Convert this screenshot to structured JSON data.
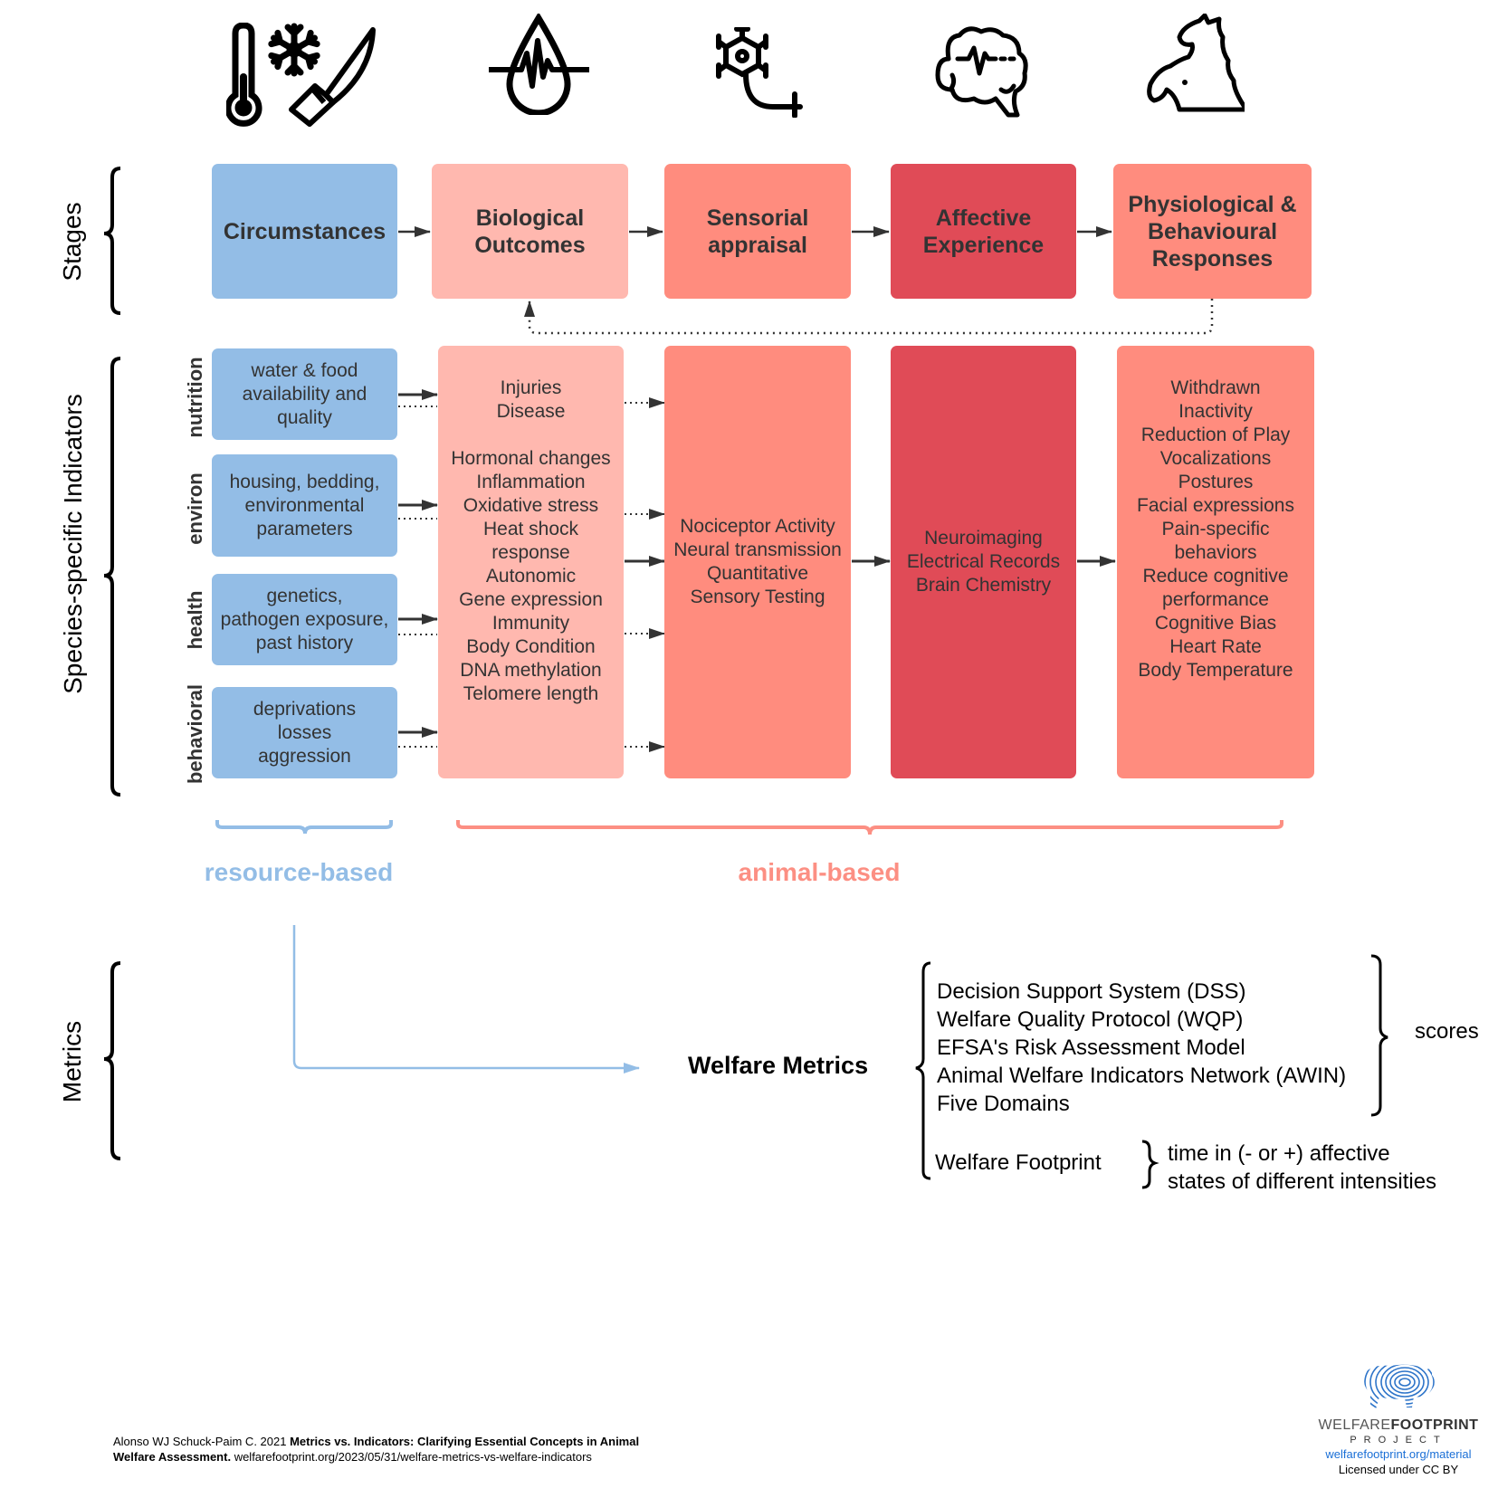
{
  "icons": [
    {
      "name": "thermometer-icon"
    },
    {
      "name": "snowflake-icon"
    },
    {
      "name": "knife-icon"
    },
    {
      "name": "blood-drop-pulse-icon"
    },
    {
      "name": "neuron-icon"
    },
    {
      "name": "brain-pulse-icon"
    },
    {
      "name": "rearing-horse-icon"
    }
  ],
  "side_labels": {
    "stages": "Stages",
    "indicators": "Species-specific Indicators",
    "metrics": "Metrics"
  },
  "stages": [
    {
      "label_lines": [
        "Circumstances"
      ],
      "color": "#93bde6"
    },
    {
      "label_lines": [
        "Biological",
        "Outcomes"
      ],
      "color": "#ffb8af"
    },
    {
      "label_lines": [
        "Sensorial",
        "appraisal"
      ],
      "color": "#ff8c7e"
    },
    {
      "label_lines": [
        "Affective",
        "Experience"
      ],
      "color": "#e04b57"
    },
    {
      "label_lines": [
        "Physiological &",
        "Behavioural",
        "Responses"
      ],
      "color": "#ff8c7e"
    }
  ],
  "categories": [
    {
      "label": "nutrition",
      "lines": [
        "water & food",
        "availability and",
        "quality"
      ]
    },
    {
      "label": "environ",
      "lines": [
        "housing, bedding,",
        "environmental",
        "parameters"
      ]
    },
    {
      "label": "health",
      "lines": [
        "genetics,",
        "pathogen exposure,",
        "past history"
      ]
    },
    {
      "label": "behavioral",
      "lines": [
        "deprivations",
        "losses",
        "aggression"
      ]
    }
  ],
  "indicators": {
    "biological": [
      "Injuries",
      "Disease",
      "",
      "Hormonal changes",
      "Inflammation",
      "Oxidative stress",
      "Heat shock",
      "response",
      "Autonomic",
      "Gene expression",
      "Immunity",
      "Body Condition",
      "DNA methylation",
      "Telomere length"
    ],
    "sensorial": [
      "Nociceptor Activity",
      "Neural transmission",
      "Quantitative",
      "Sensory Testing"
    ],
    "affective": [
      "Neuroimaging",
      "Electrical Records",
      "Brain Chemistry"
    ],
    "responses": [
      "Withdrawn",
      "Inactivity",
      "Reduction of Play",
      "Vocalizations",
      "Postures",
      "Facial expressions",
      "Pain-specific",
      "behaviors",
      "Reduce cognitive",
      "performance",
      "Cognitive Bias",
      "Heart Rate",
      "Body Temperature"
    ]
  },
  "groupings": {
    "resource_based": "resource-based",
    "animal_based": "animal-based",
    "resource_color": "#93bde6",
    "animal_color": "#fc8f83"
  },
  "metrics": {
    "title": "Welfare Metrics",
    "score_items": [
      "Decision Support System (DSS)",
      "Welfare Quality Protocol (WQP)",
      "EFSA's Risk Assessment Model",
      "Animal Welfare Indicators Network (AWIN)",
      "Five Domains"
    ],
    "scores_label": "scores",
    "footprint_label": "Welfare Footprint",
    "footprint_desc_lines": [
      "time in (- or +) affective",
      "states of different intensities"
    ]
  },
  "footer": {
    "citation_authors": "Alonso WJ Schuck-Paim C. 2021 ",
    "citation_title_1": "Metrics vs. Indicators: Clarifying Essential Concepts in Animal",
    "citation_title_2": "Welfare Assessment.",
    "citation_url": " welfarefootprint.org/2023/05/31/welfare-metrics-vs-welfare-indicators",
    "logo_word_light": "WELFARE",
    "logo_word_bold": "FOOTPRINT",
    "logo_sub": "PROJECT",
    "material_link": "welfarefootprint.org/material",
    "license": "Licensed under CC BY",
    "link_color": "#1a6fd6"
  }
}
